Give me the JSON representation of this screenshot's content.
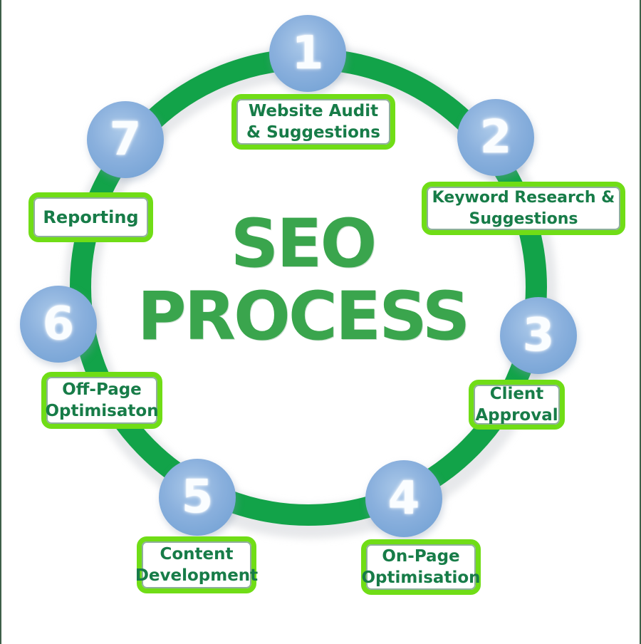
{
  "title": {
    "line1": "SEO",
    "line2": "PROCESS"
  },
  "steps": [
    {
      "number": "1",
      "lines": [
        "Website Audit",
        "& Suggestions"
      ]
    },
    {
      "number": "2",
      "lines": [
        "Keyword Research &",
        "Suggestions"
      ]
    },
    {
      "number": "3",
      "lines": [
        "Client",
        "Approval"
      ]
    },
    {
      "number": "4",
      "lines": [
        "On-Page",
        "Optimisation"
      ]
    },
    {
      "number": "5",
      "lines": [
        "Content",
        "Development"
      ]
    },
    {
      "number": "6",
      "lines": [
        "Off-Page",
        "Optimisaton"
      ]
    },
    {
      "number": "7",
      "lines": [
        "Reporting"
      ]
    }
  ],
  "colors": {
    "ring_green": "#12a349",
    "box_border_lime": "#70dd16",
    "label_text_green": "#177c48",
    "title_green": "#3aa54d",
    "node_blue": "#7fa9d9",
    "node_number": "#fafdff",
    "edge_line_green": "#3e6049",
    "background": "#ffffff"
  }
}
